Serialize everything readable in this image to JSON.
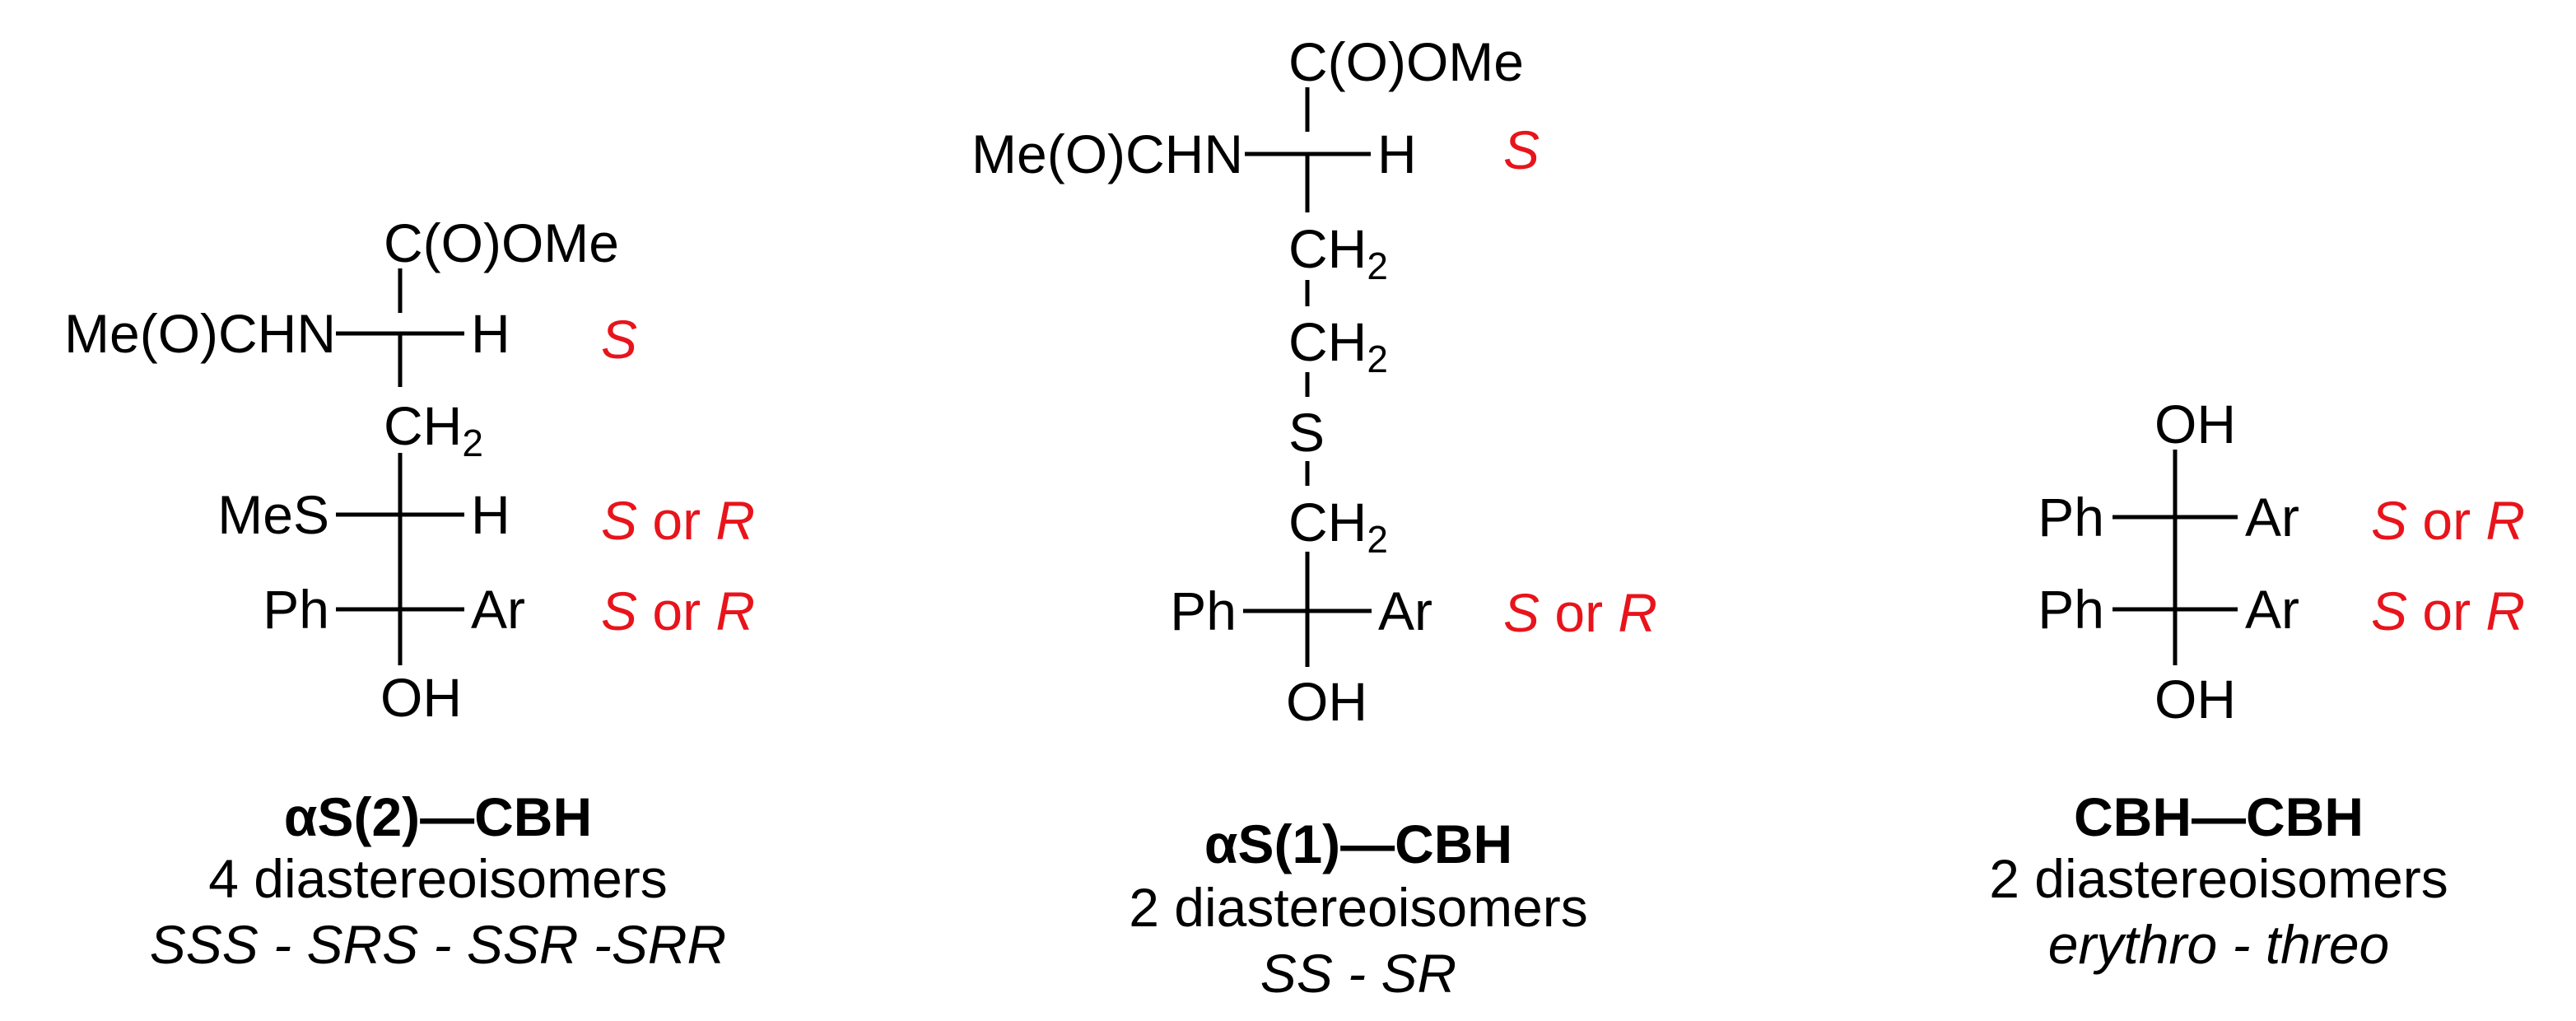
{
  "colors": {
    "stereo": "#e8141b",
    "ink": "#000000"
  },
  "molecules": [
    {
      "name": "αS(2)—CBH",
      "count": "4 diastereoisomers",
      "isomers": "SSS - SRS - SSR -SRR",
      "atoms": {
        "top": "C(O)OMe",
        "left1": "Me(O)CHN",
        "right1": "H",
        "ch2": "CH",
        "ch2_sub": "2",
        "left2": "MeS",
        "right2": "H",
        "left3": "Ph",
        "right3": "Ar",
        "bottom": "OH"
      },
      "stereo": [
        {
          "a": "S"
        },
        {
          "a": "S",
          "or": " or ",
          "b": "R"
        },
        {
          "a": "S",
          "or": " or ",
          "b": "R"
        }
      ]
    },
    {
      "name": "αS(1)—CBH",
      "count": "2 diastereoisomers",
      "isomers": "SS - SR",
      "atoms": {
        "top": "C(O)OMe",
        "left1": "Me(O)CHN",
        "right1": "H",
        "ch2a": "CH",
        "ch2a_sub": "2",
        "ch2b": "CH",
        "ch2b_sub": "2",
        "s": "S",
        "ch2c": "CH",
        "ch2c_sub": "2",
        "left2": "Ph",
        "right2": "Ar",
        "bottom": "OH"
      },
      "stereo": [
        {
          "a": "S"
        },
        {
          "a": "S",
          "or": " or ",
          "b": "R"
        }
      ]
    },
    {
      "name": "CBH—CBH",
      "count": "2 diastereoisomers",
      "isomers": "erythro - threo",
      "atoms": {
        "top": "OH",
        "left1": "Ph",
        "right1": "Ar",
        "left2": "Ph",
        "right2": "Ar",
        "bottom": "OH"
      },
      "stereo": [
        {
          "a": "S",
          "or": " or ",
          "b": "R"
        },
        {
          "a": "S",
          "or": " or ",
          "b": "R"
        }
      ]
    }
  ]
}
